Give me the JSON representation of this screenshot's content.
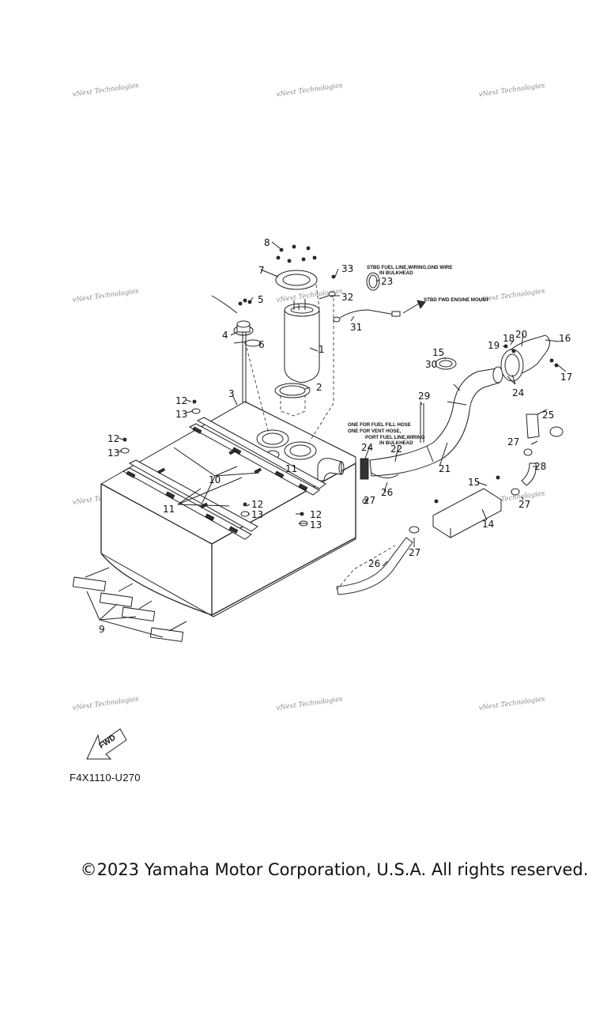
{
  "watermark": {
    "text": "vNext Technologies"
  },
  "notes": {
    "stbd_fuel_line": "STBD FUEL LINE,WIRING,GND WIRE",
    "in_bulkhead": "IN BULKHEAD",
    "stbd_fwd_engine_mount": "STBD FWD ENGINE MOUNT",
    "one_for_fuel_fill_hose": "ONE FOR FUEL FILL HOSE",
    "one_for_vent_hose": "ONE FOR VENT HOSE,",
    "port_fuel_line": "PORT FUEL LINE,WIRING",
    "in_bulkhead_2": "IN BULKHEAD"
  },
  "fwd_arrow": {
    "label": "FWD"
  },
  "diagram_code": "F4X1110-U270",
  "copyright": "©2023 Yamaha Motor Corporation, U.S.A. All rights reserved.",
  "part_numbers": [
    "1",
    "2",
    "3",
    "4",
    "5",
    "6",
    "7",
    "8",
    "9",
    "10",
    "11",
    "12",
    "13",
    "14",
    "15",
    "16",
    "17",
    "18",
    "19",
    "20",
    "21",
    "22",
    "23",
    "24",
    "25",
    "26",
    "27",
    "28",
    "29",
    "30",
    "31",
    "32",
    "33"
  ]
}
